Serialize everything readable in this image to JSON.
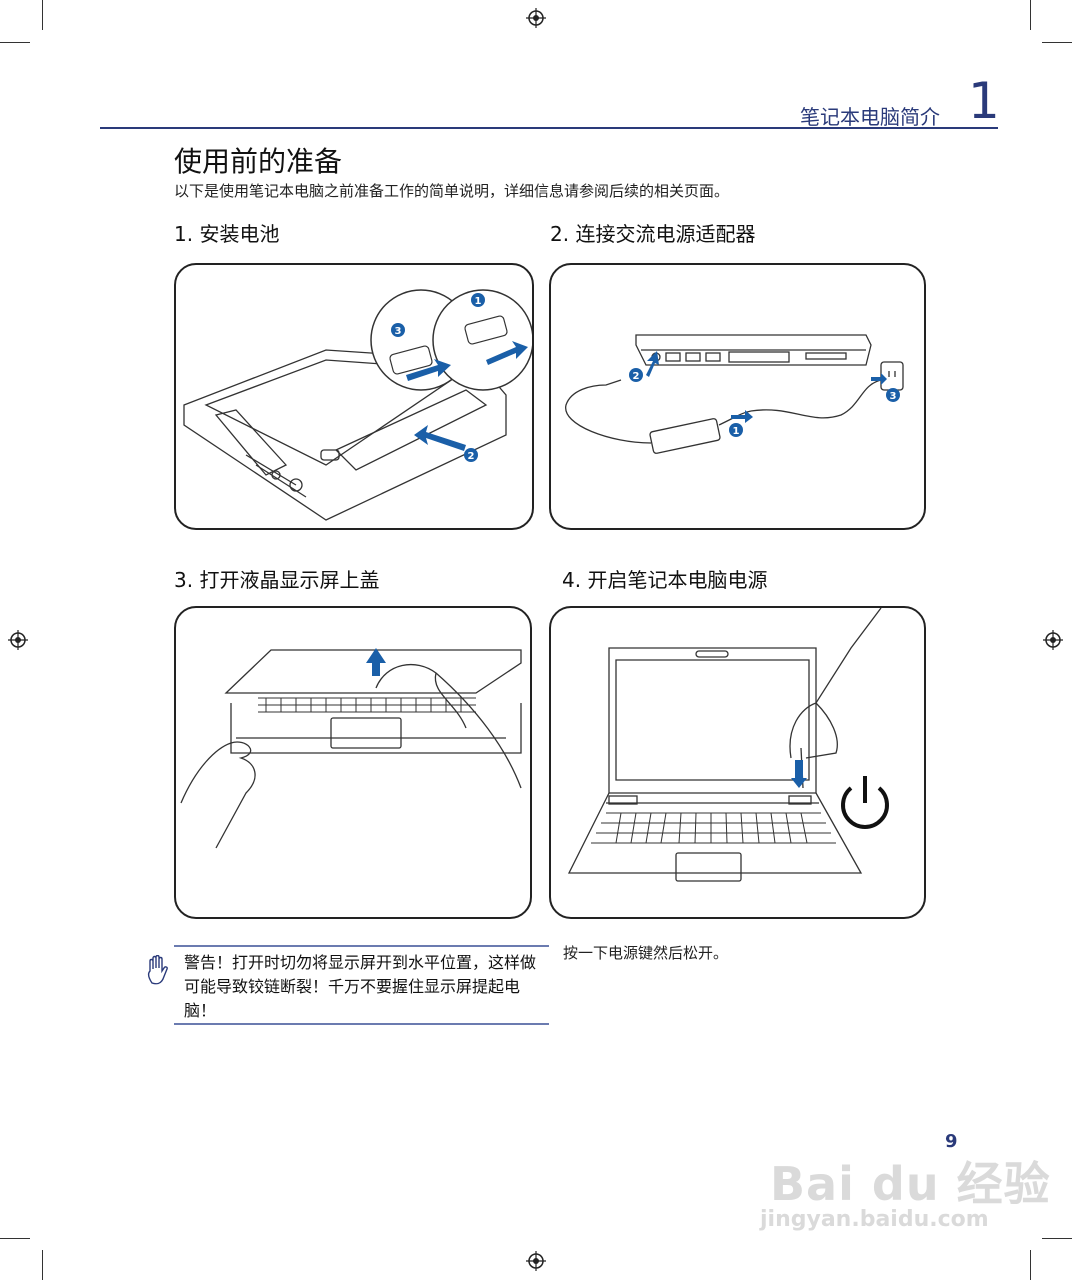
{
  "header": {
    "chapter_title": "笔记本电脑简介",
    "chapter_number": "1"
  },
  "main": {
    "title": "使用前的准备",
    "intro": "以下是使用笔记本电脑之前准备工作的简单说明，详细信息请参阅后续的相关页面。"
  },
  "steps": [
    {
      "title": "1. 安装电池"
    },
    {
      "title": "2. 连接交流电源适配器"
    },
    {
      "title": "3. 打开液晶显示屏上盖"
    },
    {
      "title": "4. 开启笔记本电脑电源"
    }
  ],
  "callouts": {
    "one": "1",
    "two": "2",
    "three": "3"
  },
  "warning": {
    "text": "警告！打开时切勿将显示屏开到水平位置，这样做可能导致铰链断裂！千万不要握住显示屏提起电脑！"
  },
  "press_note": "按一下电源键然后松开。",
  "footer": {
    "page_number": "9"
  },
  "watermark": {
    "main": "Bai du 经验",
    "sub": "jingyan.baidu.com"
  },
  "colors": {
    "accent": "#2a3a7a",
    "arrow_blue": "#1a5fa8"
  }
}
